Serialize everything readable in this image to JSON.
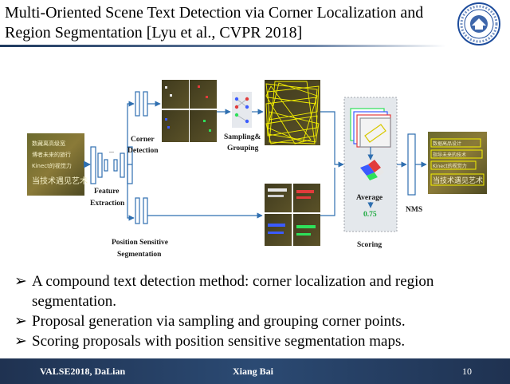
{
  "slide": {
    "title": "Multi-Oriented Scene Text Detection via Corner Localization and Region Segmentation [Lyu et al., CVPR 2018]"
  },
  "diagram": {
    "corner_detection_label": [
      "Corner",
      "Detection"
    ],
    "sampling_grouping_label": [
      "Sampling&",
      "Grouping"
    ],
    "feature_extraction_label": [
      "Feature",
      "Extraction"
    ],
    "position_sensitive_label": [
      "Position Sensitive",
      "Segmentation"
    ],
    "average_label": "Average",
    "average_value": "0.75",
    "scoring_label": "Scoring",
    "nms_label": "NMS",
    "input_image_text": [
      "数藏离高级宽",
      "博者未来的旅行",
      "Kinect的视觉力",
      "当技术遇见艺术"
    ],
    "output_image_text": [
      "数据高品设计",
      "指导未来的技术",
      "Kinect的视觉力",
      "当技术遇见艺术"
    ]
  },
  "bullets": [
    "A compound text detection method: corner localization and region segmentation.",
    "Proposal generation via sampling and grouping corner points.",
    "Scoring proposals with position sensitive segmentation maps."
  ],
  "bullet_marker": "➢",
  "footer": {
    "event": "VALSE2018, DaLian",
    "presenter": "Xiang Bai",
    "page_number": "10"
  },
  "colors": {
    "footer_bg": "#1f3251",
    "title_rule": "#1f3a5f",
    "arrow_blue": "#2f6fb0",
    "proposal_yellow": "#f5f000",
    "average_green": "#19a83c",
    "logo_blue": "#1d4c9c"
  }
}
